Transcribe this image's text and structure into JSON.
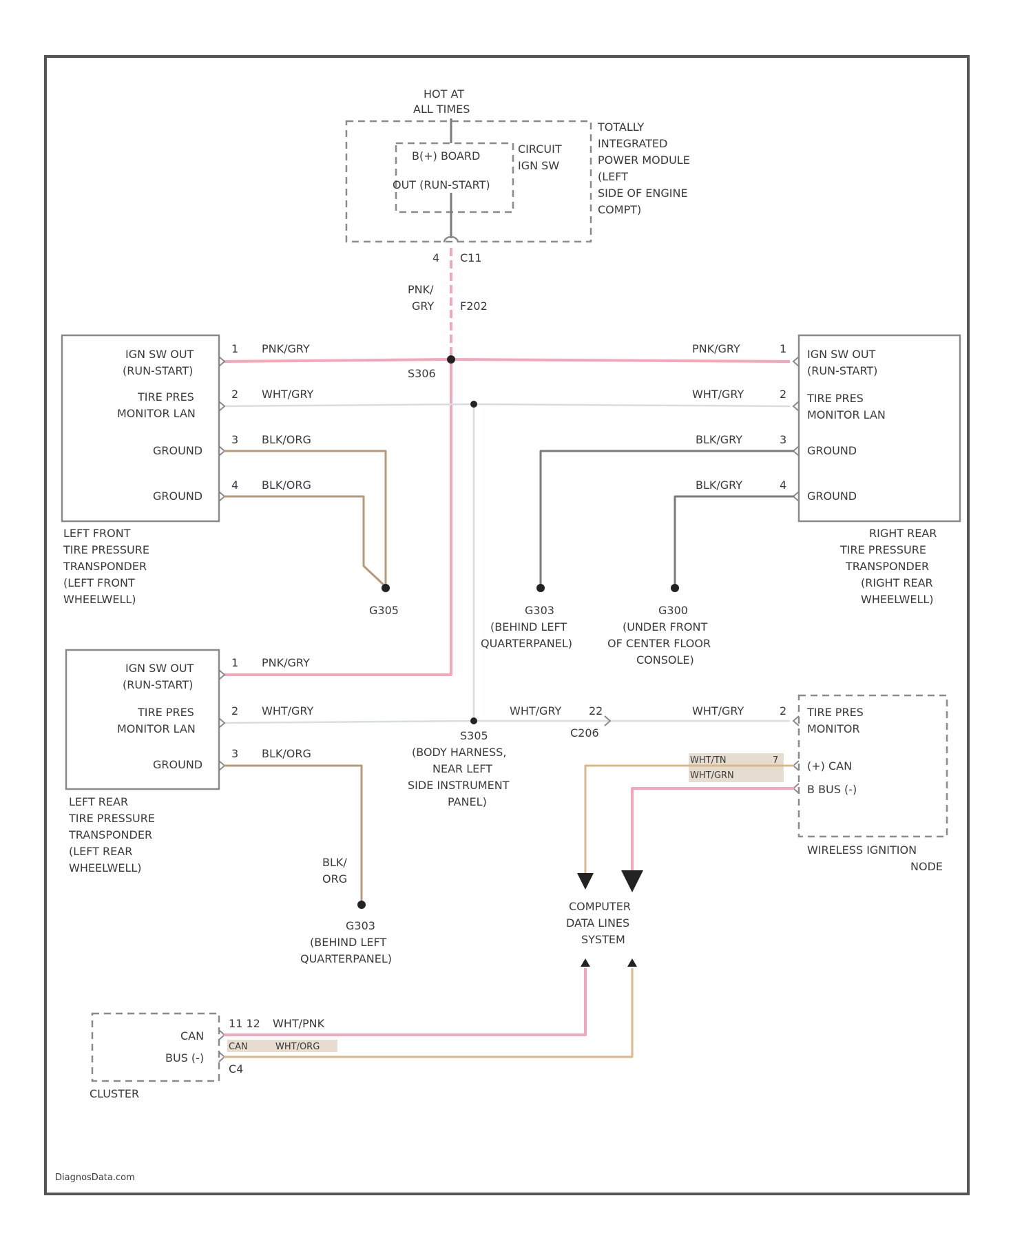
{
  "colors": {
    "pink": "#f4a7b9",
    "white_wire": "#d8dde0",
    "black_wire": "#7a7a7a",
    "tan_wire": "#d9b98c",
    "brown_ground": "#b59a7a",
    "text": "#3a3a3a",
    "frame": "#555555"
  },
  "power": {
    "hot_label": [
      "HOT AT",
      "ALL TIMES"
    ],
    "b_board": "B(+) BOARD",
    "circuit": [
      "CIRCUIT",
      "IGN SW"
    ],
    "out_run_start": "OUT (RUN-START)",
    "tipm": [
      "TOTALLY",
      "INTEGRATED",
      "POWER MODULE",
      "(LEFT",
      "SIDE OF ENGINE",
      "COMPT)"
    ],
    "connector_pin": "4",
    "connector": "C11",
    "wire_color": [
      "PNK/",
      "GRY"
    ],
    "wire_number": "F202"
  },
  "splices": {
    "s306": "S306",
    "s305": "S305",
    "body_harness": [
      "(BODY HARNESS,",
      "NEAR LEFT",
      "SIDE INSTRUMENT",
      "PANEL)"
    ]
  },
  "left_front": {
    "pins": [
      "1",
      "2",
      "3",
      "4"
    ],
    "labels": [
      [
        "IGN SW OUT",
        "(RUN-START)"
      ],
      [
        "TIRE PRES",
        "MONITOR LAN"
      ],
      [
        "GROUND"
      ],
      [
        "GROUND"
      ]
    ],
    "wires": [
      "PNK/GRY",
      "WHT/GRY",
      "BLK/ORG",
      "BLK/ORG"
    ],
    "caption": [
      "LEFT FRONT",
      "TIRE PRESSURE",
      "TRANSPONDER",
      "(LEFT FRONT",
      "WHEELWELL)"
    ],
    "ground_id": "G305"
  },
  "right_rear": {
    "pins": [
      "1",
      "2",
      "3",
      "4"
    ],
    "labels": [
      [
        "IGN SW OUT",
        "(RUN-START)"
      ],
      [
        "TIRE PRES",
        "MONITOR LAN"
      ],
      [
        "GROUND"
      ],
      [
        "GROUND"
      ]
    ],
    "wires": [
      "PNK/GRY",
      "WHT/GRY",
      "BLK/GRY",
      "BLK/GRY"
    ],
    "caption": [
      "RIGHT REAR",
      "TIRE PRESSURE",
      "TRANSPONDER",
      "(RIGHT REAR",
      "WHEELWELL)"
    ]
  },
  "grounds": {
    "g303_id": "G303",
    "g303_loc": [
      "(BEHIND LEFT",
      "QUARTERPANEL)"
    ],
    "g300_id": "G300",
    "g300_loc": [
      "(UNDER FRONT",
      "OF CENTER FLOOR",
      "CONSOLE)"
    ],
    "g303b_id": "G303",
    "g303b_loc": [
      "(BEHIND LEFT",
      "QUARTERPANEL)"
    ],
    "g303b_wire": [
      "BLK/",
      "ORG"
    ]
  },
  "left_rear": {
    "pins": [
      "1",
      "2",
      "3"
    ],
    "labels": [
      [
        "IGN SW OUT",
        "(RUN-START)"
      ],
      [
        "TIRE PRES",
        "MONITOR LAN"
      ],
      [
        "GROUND"
      ]
    ],
    "wires": [
      "PNK/GRY",
      "WHT/GRY",
      "BLK/ORG"
    ],
    "caption": [
      "LEFT REAR",
      "TIRE PRESSURE",
      "TRANSPONDER",
      "(LEFT REAR",
      "WHEELWELL)"
    ]
  },
  "tpm_link": {
    "wire_left": "WHT/GRY",
    "pin": "22",
    "conn": "C206",
    "wire_right": "WHT/GRY",
    "pin_right": "2"
  },
  "win": {
    "monitor": [
      "TIRE PRES",
      "MONITOR"
    ],
    "can_h": "(+) CAN",
    "bbus": "B BUS (-)",
    "wire1": "WHT/TN",
    "wire2": "WHT/GRN",
    "wire1_pin": "7",
    "caption": [
      "WIRELESS IGNITION",
      "NODE"
    ]
  },
  "cdl": {
    "label": [
      "COMPUTER",
      "DATA LINES",
      "SYSTEM"
    ]
  },
  "cluster": {
    "pins": "11 12",
    "wire1": "WHT/PNK",
    "wire2": "WHT/ORG",
    "can": "CAN",
    "bus": "BUS (-)",
    "can_label": "CAN",
    "can_suffix": "C4",
    "caption": "CLUSTER"
  },
  "footer": {
    "watermark": "DiagnosData.com"
  }
}
